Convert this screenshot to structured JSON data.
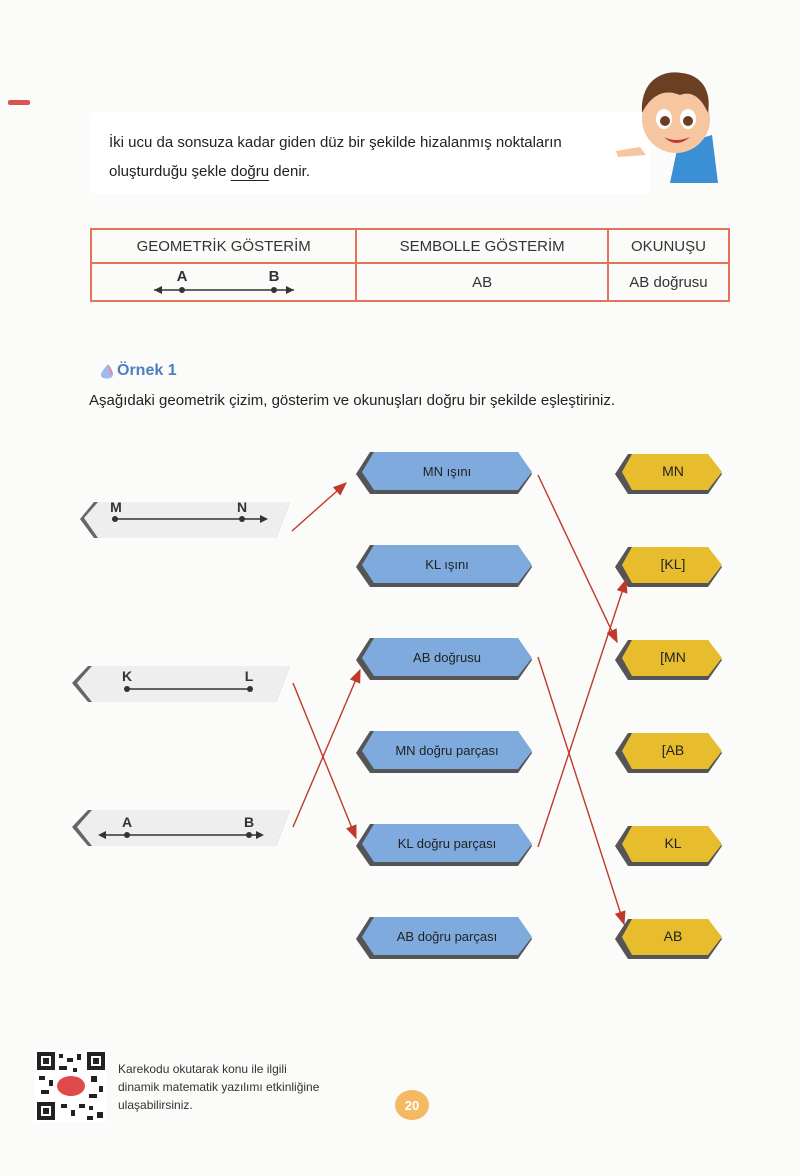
{
  "definition": {
    "before": "İki ucu da sonsuza kadar giden düz bir şekilde hizalanmış noktaların oluşturduğu şekle ",
    "term": "doğru",
    "after": " denir."
  },
  "table": {
    "headers": [
      "GEOMETRİK GÖSTERİM",
      "SEMBOLLE GÖSTERİM",
      "OKUNUŞU"
    ],
    "row": {
      "point_a": "A",
      "point_b": "B",
      "symbol": "AB",
      "reading": "AB doğrusu"
    }
  },
  "example": {
    "title": "Örnek 1",
    "instruction": "Aşağıdaki geometrik çizim, gösterim ve okunuşları doğru bir şekilde eşleştiriniz."
  },
  "left_items": [
    {
      "p1": "M",
      "p2": "N"
    },
    {
      "p1": "K",
      "p2": "L"
    },
    {
      "p1": "A",
      "p2": "B"
    }
  ],
  "middle_items": [
    "MN ışını",
    "KL ışını",
    "AB doğrusu",
    "MN doğru parçası",
    "KL doğru parçası",
    "AB doğru parçası"
  ],
  "right_items": [
    "MN",
    "[KL]",
    "[MN",
    "[AB",
    "KL",
    "AB"
  ],
  "colors": {
    "table_border": "#e2745a",
    "example_title": "#4a7fc1",
    "middle_tag": "#7eaadd",
    "right_tag": "#e8bd2d",
    "arrow": "#c0392b"
  },
  "footer": {
    "qr_text": [
      "Karekodu okutarak konu ile ilgili",
      "dinamik matematik yazılımı etkinliğine",
      "ulaşabilirsiniz."
    ],
    "page_number": "20"
  }
}
